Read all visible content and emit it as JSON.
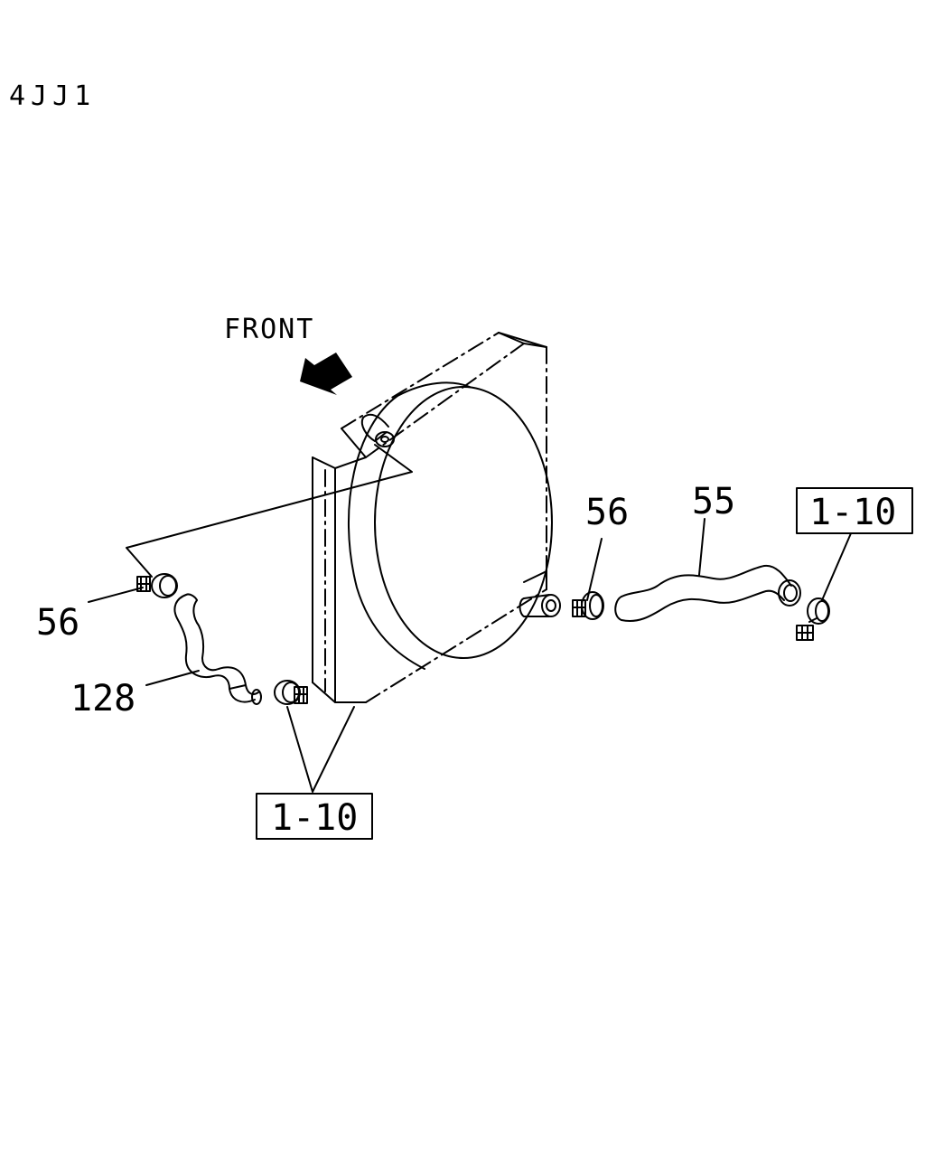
{
  "header": {
    "model_code": "4JJ1"
  },
  "direction": {
    "label": "FRONT"
  },
  "callouts": {
    "clamp_upper_left": "56",
    "hose_lower": "128",
    "clamp_right": "56",
    "hose_upper": "55"
  },
  "ref_boxes": {
    "upper_right": "1-10",
    "bottom_center": "1-10"
  },
  "colors": {
    "ink": "#000000",
    "paper": "#ffffff"
  }
}
